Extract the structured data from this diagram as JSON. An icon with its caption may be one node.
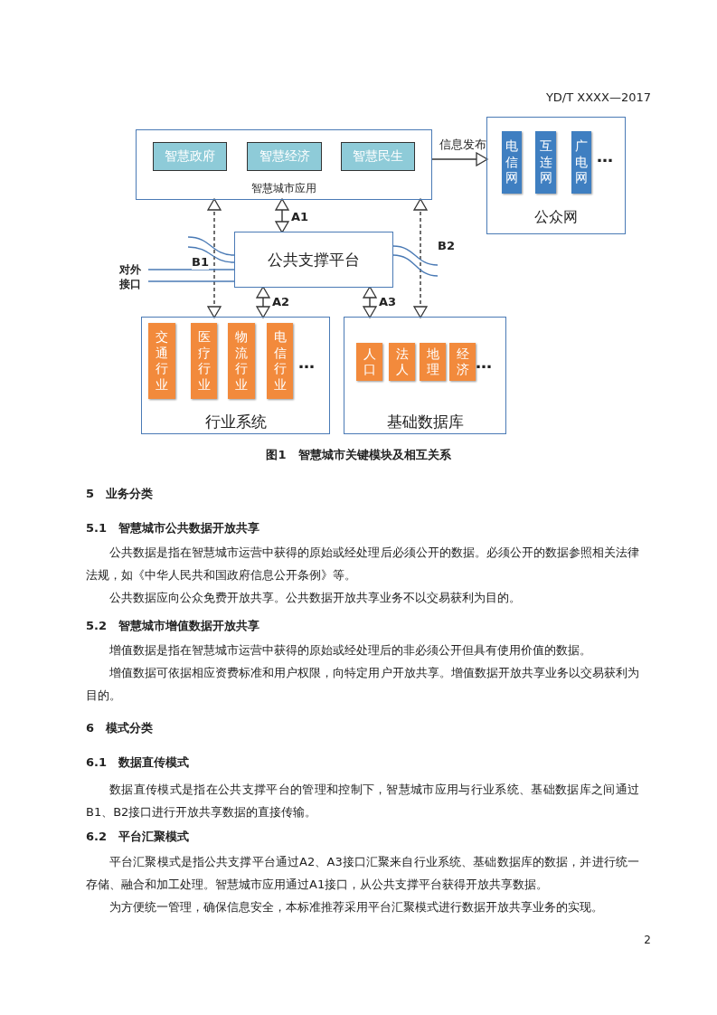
{
  "diagram": {
    "caption": "图1　智慧城市关键模块及相互关系",
    "nodes": [
      {
        "text": [
          "智慧城市应用"
        ]
      },
      {
        "text": [
          "智慧政府"
        ],
        "in": 0
      },
      {
        "text": [
          "智慧经济"
        ],
        "in": 0
      },
      {
        "text": [
          "智慧民生"
        ],
        "in": 0
      },
      {
        "text": [
          "公众网"
        ]
      },
      {
        "text": [
          "电信网"
        ],
        "in": 4
      },
      {
        "text": [
          "互连网"
        ],
        "in": 4
      },
      {
        "text": [
          "广电网"
        ],
        "in": 4
      },
      {
        "text": [
          "公共支撑平台"
        ]
      },
      {
        "text": [
          "行业系统"
        ]
      },
      {
        "text": [
          "交通行业"
        ],
        "in": 9
      },
      {
        "text": [
          "医疗行业"
        ],
        "in": 9
      },
      {
        "text": [
          "物流行业"
        ],
        "in": 9
      },
      {
        "text": [
          "电信行业"
        ],
        "in": 9
      },
      {
        "text": [
          "基础数据库"
        ]
      },
      {
        "text": [
          "人口"
        ],
        "in": 14
      },
      {
        "text": [
          "法人"
        ],
        "in": 14
      },
      {
        "text": [
          "地理"
        ],
        "in": 14
      },
      {
        "text": [
          "经济"
        ],
        "in": 14
      },
      {
        "text": [
          "对外接口"
        ]
      }
    ],
    "edges": [
      {
        "from": 0,
        "to": 4,
        "arrow": "to",
        "label": "信息发布"
      },
      {
        "from": 8,
        "to": 0,
        "arrow": "both",
        "label": "A1"
      },
      {
        "from": 9,
        "to": 0,
        "arrow": "both",
        "label": "B1",
        "style": "dashed"
      },
      {
        "from": 8,
        "to": 9,
        "arrow": "both",
        "label": "A2"
      },
      {
        "from": 8,
        "to": 14,
        "arrow": "both",
        "label": "A3"
      },
      {
        "from": 14,
        "to": 0,
        "arrow": "both",
        "label": "B2",
        "style": "dashed"
      },
      {
        "from": 19,
        "to": 8,
        "arrow": "none",
        "color": "#4a7ab5"
      },
      {
        "from": 19,
        "to": 8,
        "arrow": "none",
        "color": "#4a7ab5"
      },
      {
        "from": 8,
        "to": null,
        "arrow": "none",
        "color": "#4a7ab5"
      },
      {
        "from": 8,
        "to": null,
        "arrow": "none",
        "color": "#4a7ab5"
      },
      {
        "from": 8,
        "to": null,
        "arrow": "none",
        "color": "#4a7ab5"
      },
      {
        "from": 8,
        "to": null,
        "arrow": "none",
        "color": "#4a7ab5"
      }
    ],
    "labels": [
      "YD/T XXXX—2017",
      "…",
      "…",
      "…",
      "5　业务分类",
      "5.1　智慧城市公共数据开放共享",
      "公共数据是指在智慧城市运营中获得的原始或经处理后必须公开的数据。必须公开的数据参照相关法律法规，如《中华人民共和国政府信息公开条例》等。",
      "公共数据应向公众免费开放共享。公共数据开放共享业务不以交易获利为目的。",
      "5.2　智慧城市增值数据开放共享",
      "增值数据是指在智慧城市运营中获得的原始或经处理后的非必须公开但具有使用价值的数据。",
      "增值数据可依据相应资费标准和用户权限，向特定用户开放共享。增值数据开放共享业务以交易获利为目的。",
      "6　模式分类",
      "6.1　数据直传模式",
      "数据直传模式是指在公共支撑平台的管理和控制下，智慧城市应用与行业系统、基础数据库之间通过B1、B2接口进行开放共享数据的直接传输。",
      "6.2　平台汇聚模式",
      "平台汇聚模式是指公共支撑平台通过A2、A3接口汇聚来自行业系统、基础数据库的数据，并进行统一存储、融合和加工处理。智慧城市应用通过A1接口，从公共支撑平台获得开放共享数据。",
      "为方便统一管理，确保信息安全，本标准推荐采用平台汇聚模式进行数据开放共享业务的实现。",
      "2"
    ]
  }
}
